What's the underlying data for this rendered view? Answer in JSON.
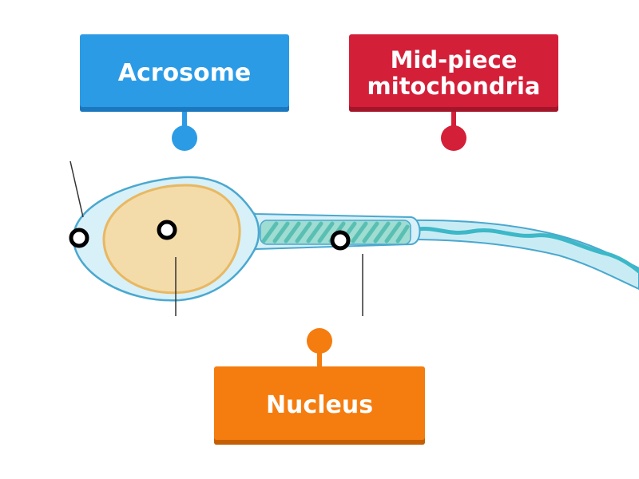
{
  "labels": {
    "acrosome": {
      "text": "Acrosome",
      "color": "#2b9be6",
      "shadow": "#1b78bf"
    },
    "midpiece": {
      "text": "Mid-piece\nmitochondria",
      "color": "#d41f39",
      "shadow": "#a3162a"
    },
    "nucleus": {
      "text": "Nucleus",
      "color": "#f57c0e",
      "shadow": "#c55f05"
    }
  },
  "colors": {
    "outline": "#4aa8cf",
    "membrane": "#d8f0f8",
    "nucleus_fill": "#f3dcaa",
    "nucleus_edge": "#e8b862",
    "midpiece_fill": "#7ccfc4",
    "tail_fill": "#7fd0dd",
    "leader_line": "#333333",
    "drop_target": "#000000"
  }
}
